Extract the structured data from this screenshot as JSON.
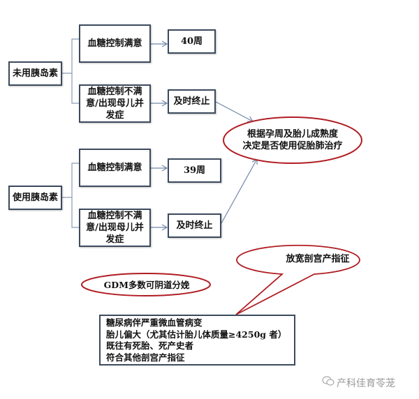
{
  "branches": [
    {
      "root": "未用胰岛素",
      "ok": "血糖控制满意",
      "ok_result": "40周",
      "bad": "血糖控制不满意/出现母儿并发症",
      "bad_result": "及时终止"
    },
    {
      "root": "使用胰岛素",
      "ok": "血糖控制满意",
      "ok_result": "39周",
      "bad": "血糖控制不满意/出现母儿并发症",
      "bad_result": "及时终止"
    }
  ],
  "decision": {
    "line1": "根据孕周及胎儿成熟度",
    "line2": "决定是否使用促胎肺治疗"
  },
  "callout": "放宽剖宫产指征",
  "vaginal": "GDM多数可阴道分娩",
  "indications": [
    "糖尿病伴严重微血管病变",
    "胎儿偏大（尤其估计胎儿体质量≥4250g 者）",
    "既往有死胎、死产史者",
    "符合其他剖宫产指征"
  ],
  "watermark": "产科佳育苓茏",
  "colors": {
    "border": "#3b4a5e",
    "ellipse": "#b01c22",
    "connector": "#6f86a6"
  }
}
